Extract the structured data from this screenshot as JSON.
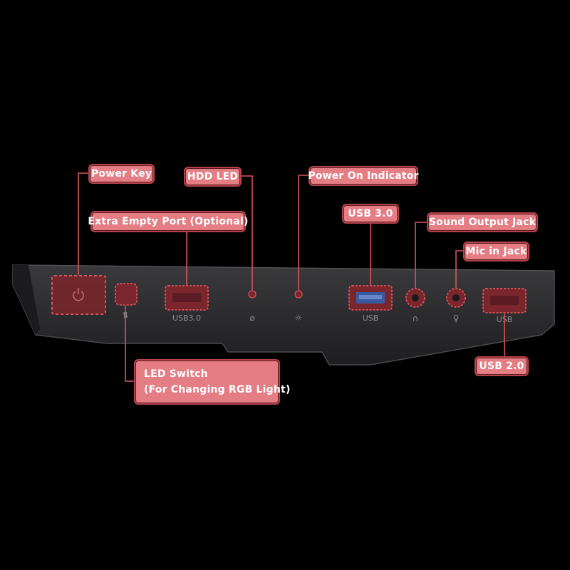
{
  "colors": {
    "background": "#000000",
    "panel": "#2b2b2d",
    "callout_fill": "#e47d84",
    "callout_border": "#b4444c",
    "highlight": "#8a2a30",
    "leader_line": "#d9545d"
  },
  "panel_labels": {
    "usb3_left": "USB3.0",
    "usb3_right": "USB",
    "usb2": "USB"
  },
  "callouts": {
    "power_key": "Power Key",
    "hdd_led": "HDD LED",
    "power_on_indicator": "Power On Indicator",
    "extra_empty_port": "Extra Empty Port (Optional)",
    "usb30": "USB 3.0",
    "sound_output_jack": "Sound Output Jack",
    "mic_in_jack": "Mic in Jack",
    "led_switch_line1": "LED Switch",
    "led_switch_line2": "(For Changing RGB Light)",
    "usb20": "USB 2.0"
  }
}
